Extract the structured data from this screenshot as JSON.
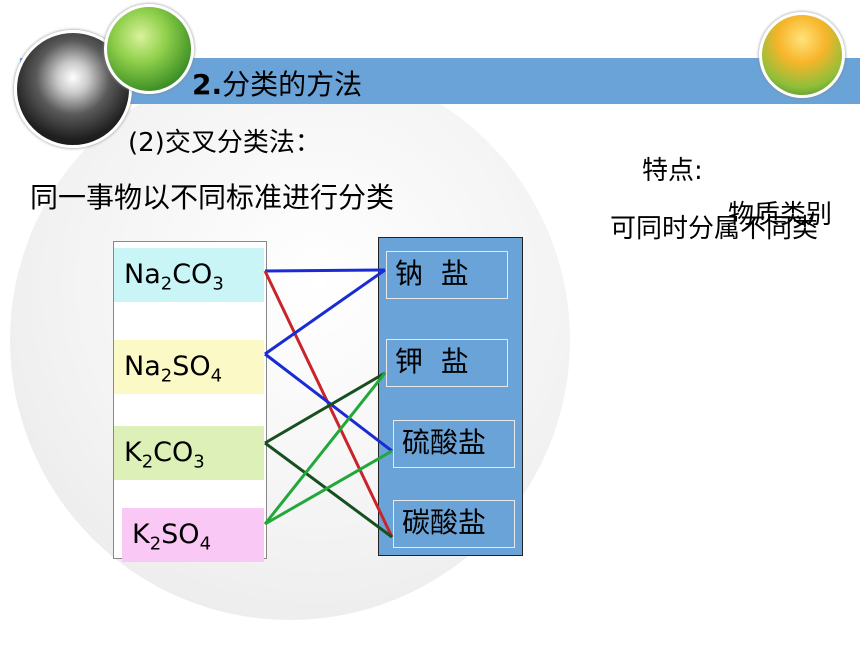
{
  "slide": {
    "title_number": "2.",
    "title_text": "分类的方法",
    "subtitle": "(2)交叉分类法：",
    "description": "同一事物以不同标准进行分类",
    "feature_label": "特点:",
    "feature_text": "可同时分属不同类",
    "feature_overlap_text": "物质类别"
  },
  "compounds": [
    {
      "id": "na2co3",
      "symbol": "Na",
      "sub1": "2",
      "mid": "CO",
      "sub2": "3",
      "bg": "#c9f5f7"
    },
    {
      "id": "na2so4",
      "symbol": "Na",
      "sub1": "2",
      "mid": "SO",
      "sub2": "4",
      "bg": "#fbf9c6"
    },
    {
      "id": "k2co3",
      "symbol": "K",
      "sub1": "2",
      "mid": "CO",
      "sub2": "3",
      "bg": "#dcf0b8"
    },
    {
      "id": "k2so4",
      "symbol": "K",
      "sub1": "2",
      "mid": "SO",
      "sub2": "4",
      "bg": "#f9c8f4"
    }
  ],
  "categories": [
    {
      "id": "sodium",
      "label": "钠  盐"
    },
    {
      "id": "potassium",
      "label": "钾  盐"
    },
    {
      "id": "sulfate",
      "label": "硫酸盐"
    },
    {
      "id": "carbonate",
      "label": "碳酸盐"
    }
  ],
  "links": [
    {
      "from": "na2co3",
      "to": "sodium",
      "color": "#1a2bd6"
    },
    {
      "from": "na2co3",
      "to": "carbonate",
      "color": "#c8242a"
    },
    {
      "from": "na2so4",
      "to": "sodium",
      "color": "#1a2bd6"
    },
    {
      "from": "na2so4",
      "to": "sulfate",
      "color": "#1a2bd6"
    },
    {
      "from": "k2co3",
      "to": "potassium",
      "color": "#17501f"
    },
    {
      "from": "k2co3",
      "to": "carbonate",
      "color": "#17501f"
    },
    {
      "from": "k2so4",
      "to": "potassium",
      "color": "#22a83a"
    },
    {
      "from": "k2so4",
      "to": "sulfate",
      "color": "#22a83a"
    }
  ],
  "colors": {
    "title_bar": "#6aa3d8",
    "category_box": "#6aa3d8"
  }
}
